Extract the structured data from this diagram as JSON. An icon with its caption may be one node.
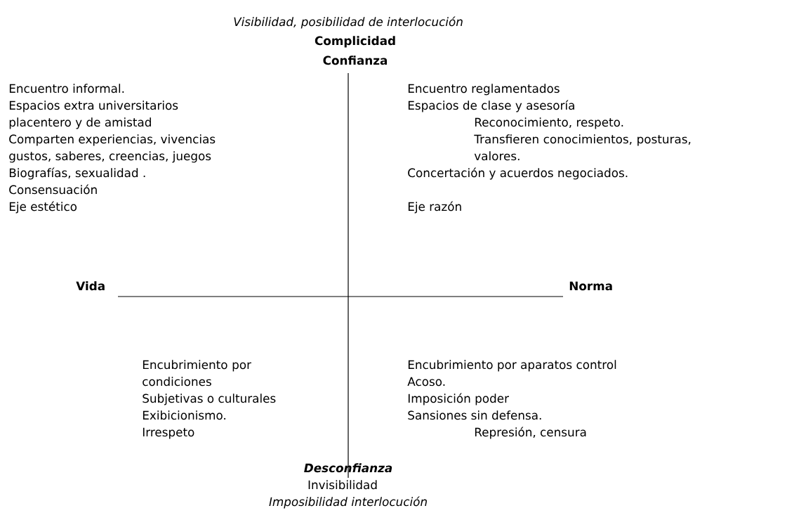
{
  "diagram": {
    "labels": [
      "Visibilidad, posibilidad de interlocución",
      "Complicidad",
      "Confianza",
      "Encuentro informal.",
      "Espacios extra universitarios",
      "placentero y de amistad",
      "Comparten experiencias, vivencias",
      "gustos, saberes, creencias, juegos",
      "Biografías, sexualidad .",
      "Consensuación",
      "Eje estético",
      "Encuentro reglamentados",
      "Espacios de clase y asesoría",
      "Reconocimiento, respeto.",
      "Transfieren conocimientos, posturas, valores.",
      "Concertación y acuerdos negociados.",
      "Eje razón",
      "Vida",
      "Norma",
      "Encubrimiento por condiciones",
      "Subjetivas o culturales",
      "Exibicionismo.",
      "Irrespeto",
      "Encubrimiento por aparatos control",
      "Acoso.",
      "Imposición poder",
      "Sansiones sin defensa.",
      "Represión, censura",
      "Desconfianza",
      "Invisibilidad",
      "Imposibilidad interlocución"
    ]
  }
}
